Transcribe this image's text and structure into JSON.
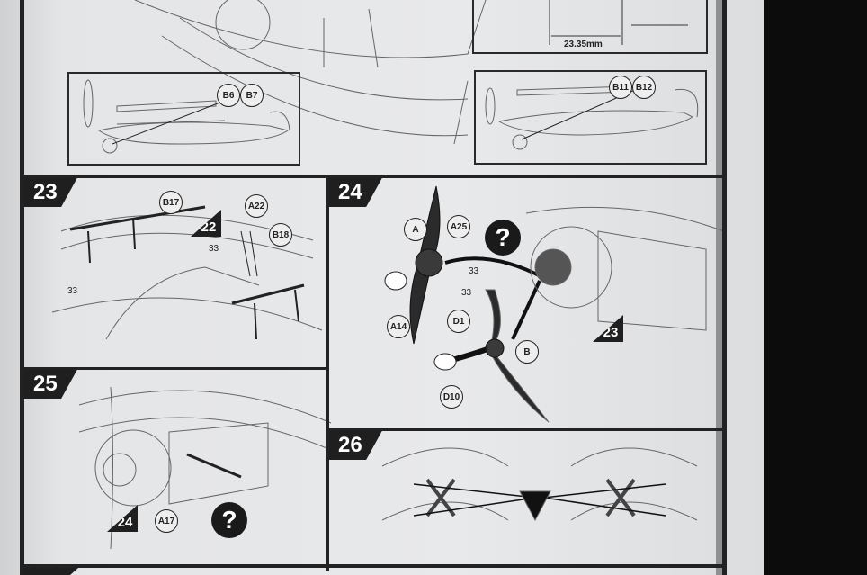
{
  "top_detail": {
    "measurement": "23.35mm",
    "callouts_left": [
      "B6",
      "B7"
    ],
    "callouts_right": [
      "B11",
      "B12"
    ]
  },
  "step23": {
    "number": "23",
    "ref_step": "22",
    "callouts": [
      "B17",
      "A22",
      "B18"
    ],
    "glue_labels": [
      "33",
      "33"
    ]
  },
  "step24": {
    "number": "24",
    "ref_step": "23",
    "callouts": [
      "A",
      "A25",
      "A14",
      "D1",
      "B",
      "D10"
    ],
    "glue_labels": [
      "33",
      "33"
    ],
    "help_icon": "?"
  },
  "step25": {
    "number": "25",
    "ref_step": "24",
    "callouts": [
      "A17"
    ],
    "help_icon": "?"
  },
  "step26": {
    "number": "26"
  }
}
